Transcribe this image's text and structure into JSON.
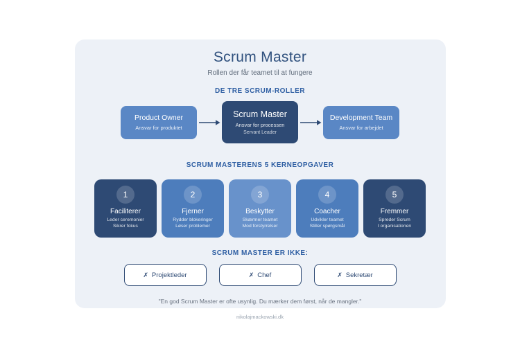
{
  "page": {
    "title": "Scrum Master",
    "subtitle": "Rollen der får teamet til at fungere",
    "quote": "\"En god Scrum Master er ofte usynlig. Du mærker dem først, når de mangler.\"",
    "credit": "nikolajmackowski.dk"
  },
  "roles_section": {
    "header": "DE TRE SCRUM-ROLLER",
    "roles": [
      {
        "title": "Product Owner",
        "line1": "Ansvar for produktet"
      },
      {
        "title": "Scrum Master",
        "line1": "Ansvar for processen",
        "line2": "Servant Leader"
      },
      {
        "title": "Development Team",
        "line1": "Ansvar for arbejdet"
      }
    ]
  },
  "tasks_section": {
    "header": "SCRUM MASTERENS 5 KERNEOPGAVER",
    "tasks": [
      {
        "number": "1",
        "title": "Faciliterer",
        "line1": "Leder ceremonier",
        "line2": "Sikrer fokus",
        "color": "#2e4a74"
      },
      {
        "number": "2",
        "title": "Fjerner",
        "line1": "Rydder blokeringer",
        "line2": "Løser problemer",
        "color": "#4d7dbc"
      },
      {
        "number": "3",
        "title": "Beskytter",
        "line1": "Skærmer teamet",
        "line2": "Mod forstyrrelser",
        "color": "#6892cb"
      },
      {
        "number": "4",
        "title": "Coacher",
        "line1": "Udvikler teamet",
        "line2": "Stiller spørgsmål",
        "color": "#4d7dbc"
      },
      {
        "number": "5",
        "title": "Fremmer",
        "line1": "Spreder Scrum",
        "line2": "I organisationen",
        "color": "#2e4a74"
      }
    ]
  },
  "not_section": {
    "header": "SCRUM MASTER ER IKKE:",
    "x_mark": "✗",
    "items": [
      {
        "label": "Projektleder"
      },
      {
        "label": "Chef"
      },
      {
        "label": "Sekretær"
      }
    ]
  },
  "colors": {
    "poster_bg": "#edf1f7",
    "dark_blue": "#2e4a74",
    "medium_blue": "#5a87c5",
    "mid_card_blue": "#4d7dbc",
    "light_card_blue": "#6892cb",
    "header_blue": "#2f5fa3",
    "title_blue": "#30517e",
    "subtitle_gray": "#5f6b7a",
    "quote_gray": "#6a7380",
    "credit_gray": "#9aa4b0"
  }
}
